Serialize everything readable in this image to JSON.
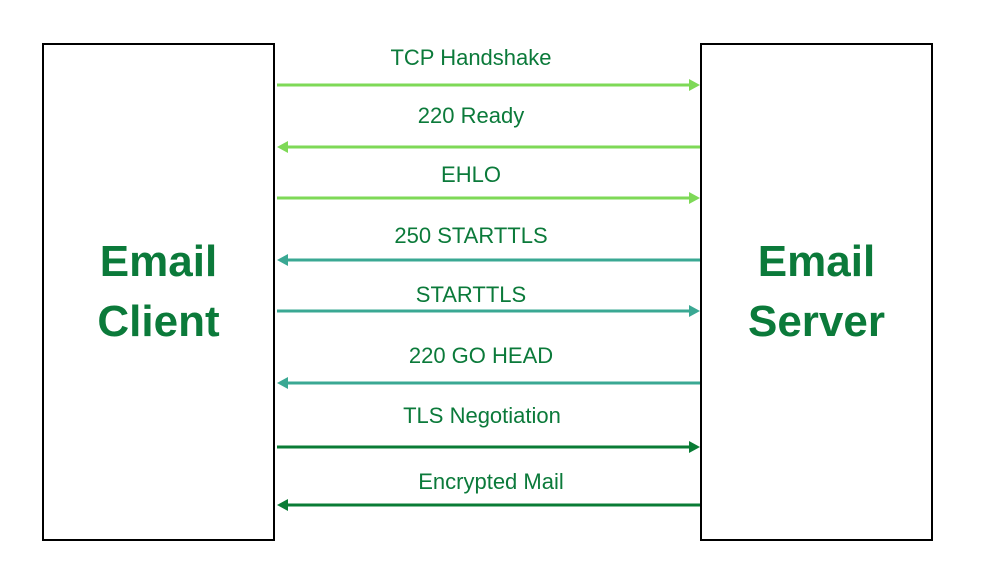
{
  "client": {
    "line1": "Email",
    "line2": "Client"
  },
  "server": {
    "line1": "Email",
    "line2": "Server"
  },
  "colors": {
    "light": "#7ed957",
    "teal": "#3aa893",
    "dark": "#0a7c35",
    "text": "#0b7a3a"
  },
  "messages": [
    {
      "label": "TCP Handshake",
      "direction": "client-to-server",
      "color": "light"
    },
    {
      "label": "220 Ready",
      "direction": "server-to-client",
      "color": "light"
    },
    {
      "label": "EHLO",
      "direction": "client-to-server",
      "color": "light"
    },
    {
      "label": "250 STARTTLS",
      "direction": "server-to-client",
      "color": "teal"
    },
    {
      "label": "STARTTLS",
      "direction": "client-to-server",
      "color": "teal"
    },
    {
      "label": "220 GO HEAD",
      "direction": "server-to-client",
      "color": "teal"
    },
    {
      "label": "TLS Negotiation",
      "direction": "client-to-server",
      "color": "dark"
    },
    {
      "label": "Encrypted Mail",
      "direction": "server-to-client",
      "color": "dark"
    }
  ]
}
